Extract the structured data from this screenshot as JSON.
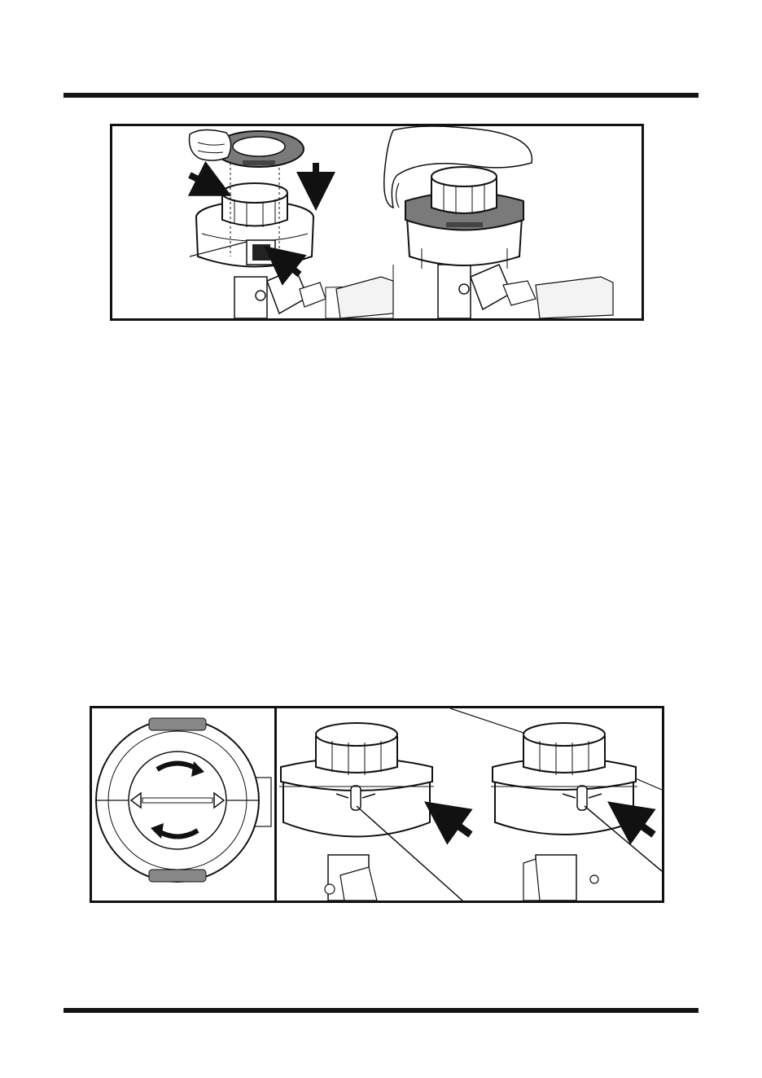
{
  "page": {
    "background": "#ffffff",
    "rule_color": "#141414"
  },
  "figures": [
    {
      "name": "top-figure",
      "panels": [
        {
          "name": "spool-cover-alignment-panel",
          "icons": [
            "arrow-icon",
            "arrow-icon",
            "arrow-icon",
            "hand-icon"
          ]
        },
        {
          "name": "spool-cover-installed-panel",
          "icons": [
            "hand-icon"
          ]
        }
      ],
      "cover_color": "#7a7a7a"
    },
    {
      "name": "bottom-figure",
      "panels": [
        {
          "name": "spool-top-view-panel",
          "icons": [
            "rotate-arrow-icon",
            "rotate-arrow-icon",
            "triangle-icon",
            "triangle-icon"
          ]
        },
        {
          "name": "line-eyelet-panel-1",
          "icons": [
            "arrow-icon"
          ]
        },
        {
          "name": "line-eyelet-panel-2",
          "icons": [
            "arrow-icon"
          ]
        }
      ]
    }
  ]
}
